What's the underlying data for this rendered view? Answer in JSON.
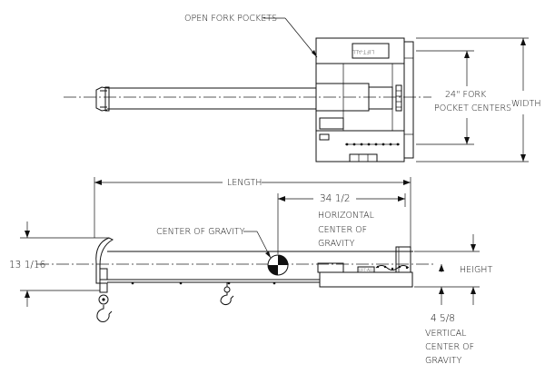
{
  "labels": {
    "open_fork_pockets": "OPEN FORK POCKETS",
    "fork_pocket_centers_line1": "24\" FORK",
    "fork_pocket_centers_line2": "POCKET CENTERS",
    "width": "WIDTH",
    "length": "LENGTH",
    "horizontal_value": "34 1/2",
    "horizontal_line1": "HORIZONTAL",
    "horizontal_line2": "CENTER OF",
    "horizontal_line3": "GRAVITY",
    "center_of_gravity": "CENTER OF GRAVITY",
    "height_value": "13 1/16",
    "height": "HEIGHT",
    "vertical_value": "4 5/8",
    "vertical_line1": "VERTICAL",
    "vertical_line2": "CENTER OF",
    "vertical_line3": "GRAVITY",
    "plate_top": "LIFT-ALL",
    "plate_side": "LIFT-ALL"
  }
}
